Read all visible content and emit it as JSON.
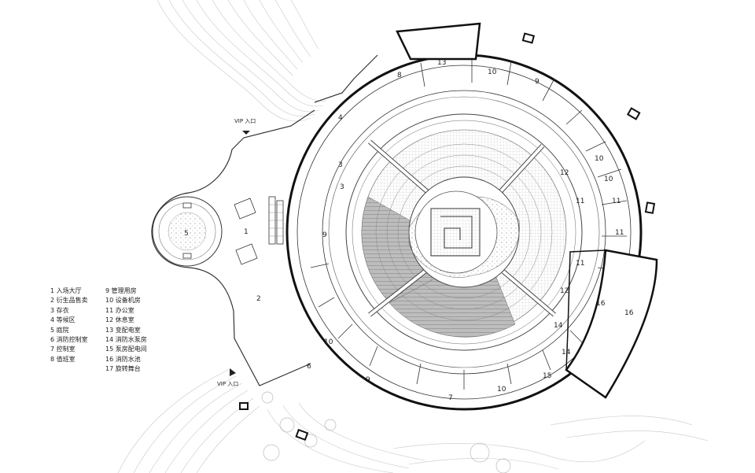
{
  "legend": [
    "1 入场大厅",
    "2 衍生品售卖",
    "3 存衣",
    "4 等候区",
    "5 庭院",
    "6 消防控制室",
    "7 控制室",
    "8 值班室",
    "9 管理用房",
    "10 设备机房",
    "11 办公室",
    "12 休息室",
    "13 变配电室",
    "14 消防水泵房",
    "15 泵房配电间",
    "16 消防水池",
    "17 旋转舞台"
  ],
  "entrances": {
    "top": "VIP 入口",
    "bottom": "VIP 入口"
  },
  "room_numbers": {
    "r1": "1",
    "r2": "2",
    "r3": "3",
    "r3b": "3",
    "r4": "4",
    "r5": "5",
    "r6": "6",
    "r7": "7",
    "r8": "8",
    "r9a": "9",
    "r9b": "9",
    "r9c": "9",
    "r10a": "10",
    "r10b": "10",
    "r10c": "10",
    "r10d": "10",
    "r10e": "10",
    "r11a": "11",
    "r11b": "11",
    "r11c": "11",
    "r11d": "11",
    "r12a": "12",
    "r12b": "12",
    "r13": "13",
    "r14a": "14",
    "r14b": "14",
    "r15": "15",
    "r16a": "16",
    "r16b": "16"
  }
}
